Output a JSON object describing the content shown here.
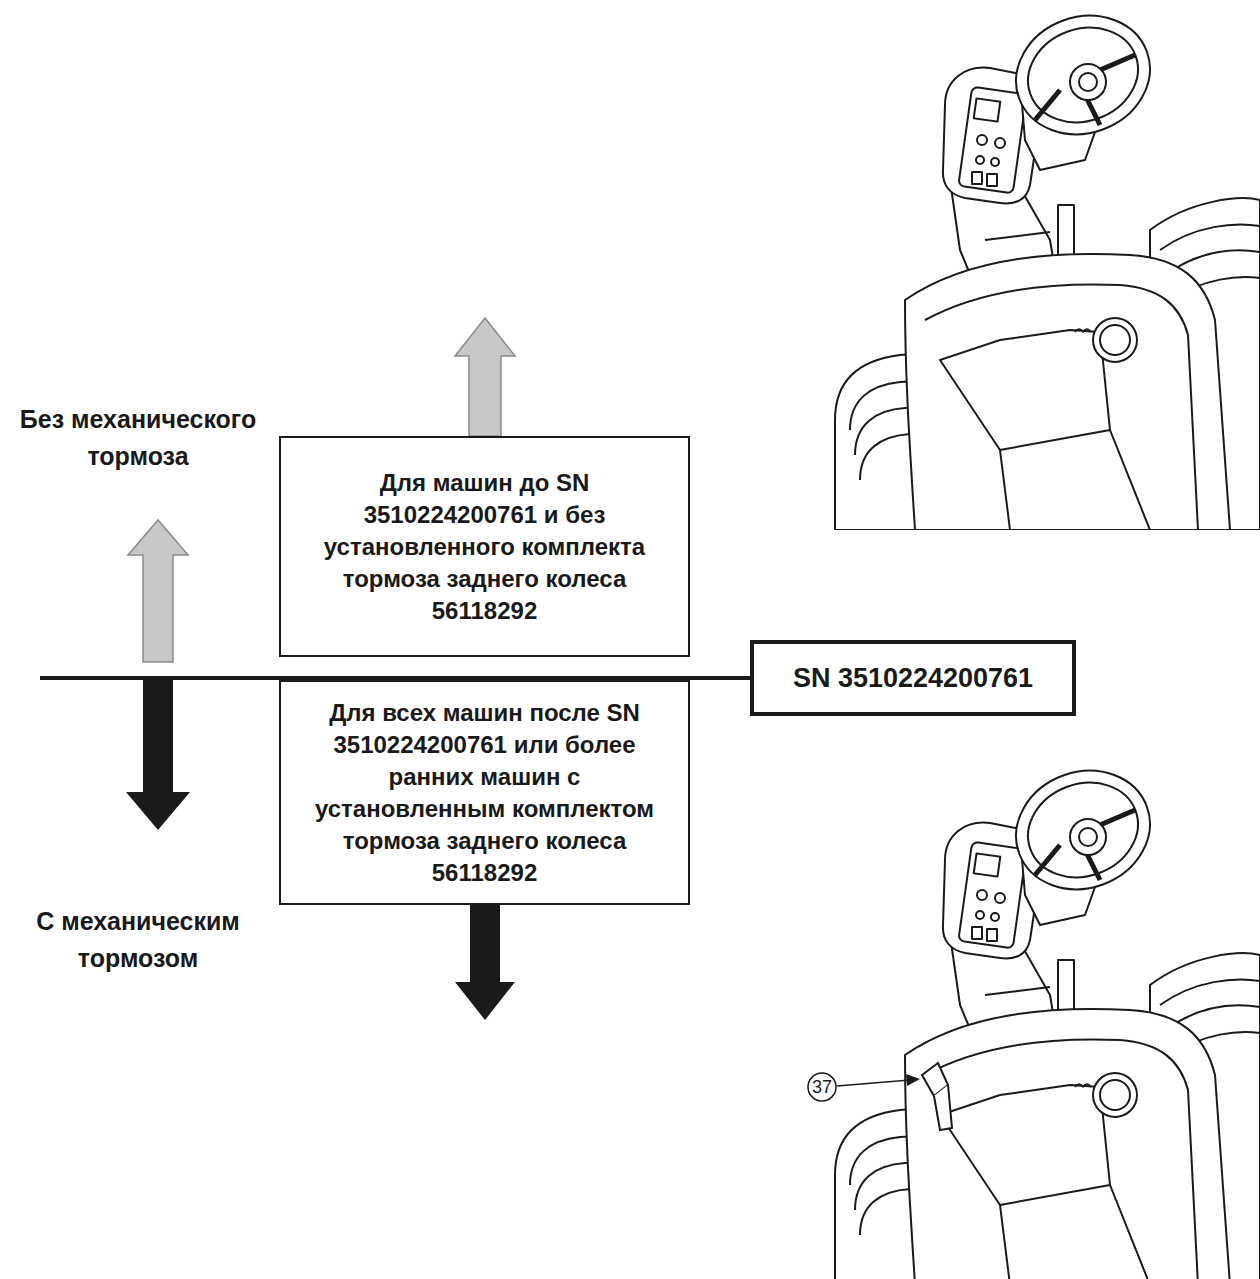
{
  "diagram": {
    "nodes": [
      {
        "text": [
          "Для машин до SN 3510224200761 и без установленного комплекта тормоза заднего колеса 56118292"
        ]
      },
      {
        "text": [
          "SN 3510224200761"
        ]
      },
      {
        "text": [
          "Для всех машин после SN 3510224200761 или более ранних машин с установленным комплектом тормоза заднего колеса 56118292"
        ]
      }
    ],
    "labels": [
      "Без механического тормоза",
      "С механическим тормозом",
      "37"
    ]
  }
}
